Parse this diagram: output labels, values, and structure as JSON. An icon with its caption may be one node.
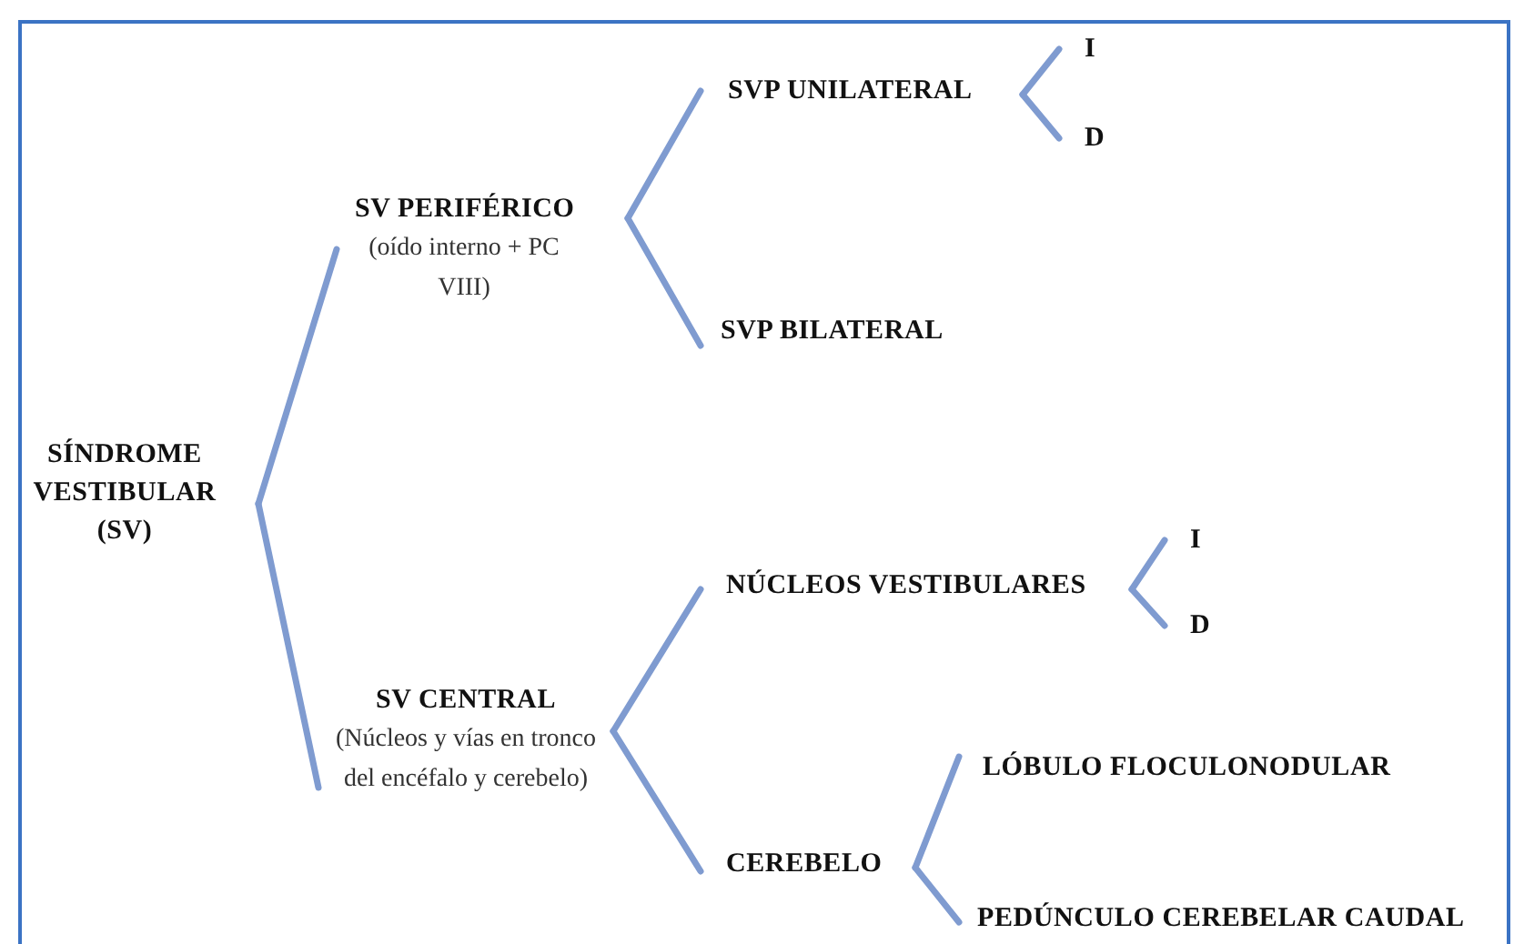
{
  "diagram": {
    "nodes": [
      {
        "text": [
          "SÍNDROME VESTIBULAR (SV)"
        ]
      },
      {
        "text": [
          "SV PERIFÉRICO",
          "(oído interno + PC VIII)"
        ]
      },
      {
        "text": [
          "SVP UNILATERAL"
        ]
      },
      {
        "text": [
          "I"
        ]
      },
      {
        "text": [
          "D"
        ]
      },
      {
        "text": [
          "SVP BILATERAL"
        ]
      },
      {
        "text": [
          "SV CENTRAL",
          "(Núcleos y vías en tronco del encéfalo y cerebelo)"
        ]
      },
      {
        "text": [
          "NÚCLEOS VESTIBULARES"
        ]
      },
      {
        "text": [
          "I"
        ]
      },
      {
        "text": [
          "D"
        ]
      },
      {
        "text": [
          "CEREBELO"
        ]
      },
      {
        "text": [
          "LÓBULO FLOCULONODULAR"
        ]
      },
      {
        "text": [
          "PEDÚNCULO CEREBELAR CAUDAL"
        ]
      }
    ],
    "edges": [
      {
        "from": 0,
        "to": 1,
        "arrow": "none"
      },
      {
        "from": 1,
        "to": 2,
        "arrow": "none"
      },
      {
        "from": 2,
        "to": 3,
        "arrow": "none"
      },
      {
        "from": 2,
        "to": 4,
        "arrow": "none"
      },
      {
        "from": 1,
        "to": 5,
        "arrow": "none"
      },
      {
        "from": 0,
        "to": 6,
        "arrow": "none"
      },
      {
        "from": 6,
        "to": 7,
        "arrow": "none"
      },
      {
        "from": 7,
        "to": 8,
        "arrow": "none"
      },
      {
        "from": 7,
        "to": 9,
        "arrow": "none"
      },
      {
        "from": 6,
        "to": 10,
        "arrow": "none"
      },
      {
        "from": 10,
        "to": 11,
        "arrow": "none"
      },
      {
        "from": 10,
        "to": 12,
        "arrow": "none"
      }
    ]
  }
}
